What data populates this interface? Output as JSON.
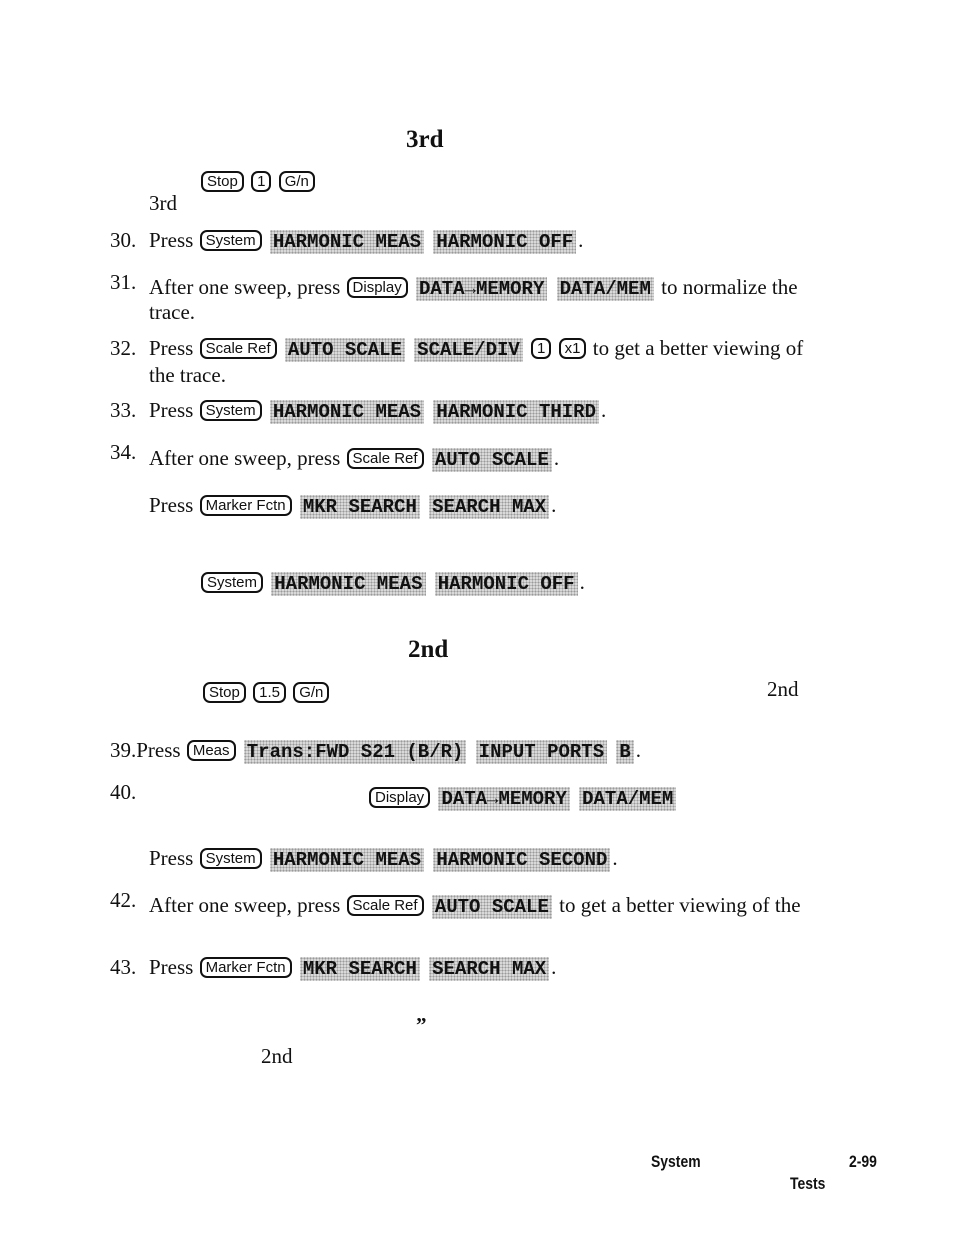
{
  "heading_3rd": "3rd",
  "heading_2nd": "2nd",
  "pre30": {
    "keys": [
      "Stop",
      "1",
      "G/n"
    ],
    "tail": "3rd"
  },
  "s30": {
    "num": "30.",
    "press": "Press",
    "key": "System",
    "soft": [
      "HARMONIC MEAS",
      "HARMONIC OFF"
    ],
    "end": "."
  },
  "s31": {
    "num": "31.",
    "lead": "After one sweep, press",
    "key": "Display",
    "soft": [
      "DATA→MEMORY",
      "DATA/MEM"
    ],
    "tail": "to normalize the",
    "line2": "trace."
  },
  "s32": {
    "num": "32.",
    "press": "Press",
    "key": "Scale Ref",
    "soft": [
      "AUTO SCALE",
      "SCALE/DIV"
    ],
    "keys2": [
      "1",
      "x1"
    ],
    "tail": "to get a better viewing of",
    "line2": "the trace."
  },
  "s33": {
    "num": "33.",
    "press": "Press",
    "key": "System",
    "soft": [
      "HARMONIC MEAS",
      "HARMONIC THIRD"
    ],
    "end": "."
  },
  "s34": {
    "num": "34.",
    "lead": "After one sweep, press",
    "key": "Scale Ref",
    "soft": [
      "AUTO SCALE"
    ],
    "end": "."
  },
  "s35": {
    "press": "Press",
    "key": "Marker Fctn",
    "soft": [
      "MKR SEARCH",
      "SEARCH MAX"
    ],
    "end": "."
  },
  "s37": {
    "key": "System",
    "soft": [
      "HARMONIC MEAS",
      "HARMONIC OFF"
    ],
    "end": "."
  },
  "s38": {
    "keys": [
      "Stop",
      "1.5",
      "G/n"
    ],
    "tail": "2nd"
  },
  "s39": {
    "num": "39.",
    "press": "Press",
    "key": "Meas",
    "soft": [
      "Trans:FWD S21 (B/R)",
      "INPUT PORTS",
      "B"
    ],
    "end": "."
  },
  "s40": {
    "num": "40.",
    "key": "Display",
    "soft": [
      "DATA→MEMORY",
      "DATA/MEM"
    ]
  },
  "s41": {
    "press": "Press",
    "key": "System",
    "soft": [
      "HARMONIC MEAS",
      "HARMONIC SECOND"
    ],
    "end": "."
  },
  "s42": {
    "num": "42.",
    "lead": "After one sweep, press",
    "key": "Scale Ref",
    "soft": [
      "AUTO SCALE"
    ],
    "tail": "to get a better viewing of the"
  },
  "s43": {
    "num": "43.",
    "press": "Press",
    "key": "Marker Fctn",
    "soft": [
      "MKR SEARCH",
      "SEARCH MAX"
    ],
    "end": "."
  },
  "quote_mark": "”",
  "s44_tail": "2nd",
  "footer": {
    "section": "System",
    "page": "2-99",
    "sub": "Tests"
  }
}
